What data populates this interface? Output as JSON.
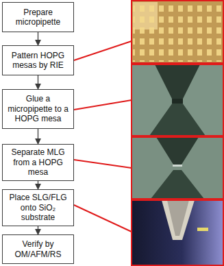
{
  "diagram": {
    "nodes": [
      {
        "text": [
          "Prepare micropipette"
        ]
      },
      {
        "text": [
          "Pattern HOPG mesas by RIE"
        ]
      },
      {
        "text": [
          "Glue a micropipette to a HOPG mesa"
        ]
      },
      {
        "text": [
          "Separate MLG from a HOPG mesa"
        ]
      },
      {
        "text": [
          "Place SLG/FLG onto SiO₂ substrate"
        ]
      },
      {
        "text": [
          "Verify by OM/AFM/RS"
        ]
      }
    ],
    "edges": [
      {
        "from": 0,
        "to": 1,
        "arrow": "to"
      },
      {
        "from": 1,
        "to": 2,
        "arrow": "to"
      },
      {
        "from": 2,
        "to": 3,
        "arrow": "to"
      },
      {
        "from": 3,
        "to": 4,
        "arrow": "to"
      },
      {
        "from": 4,
        "to": 5,
        "arrow": "to"
      }
    ]
  }
}
